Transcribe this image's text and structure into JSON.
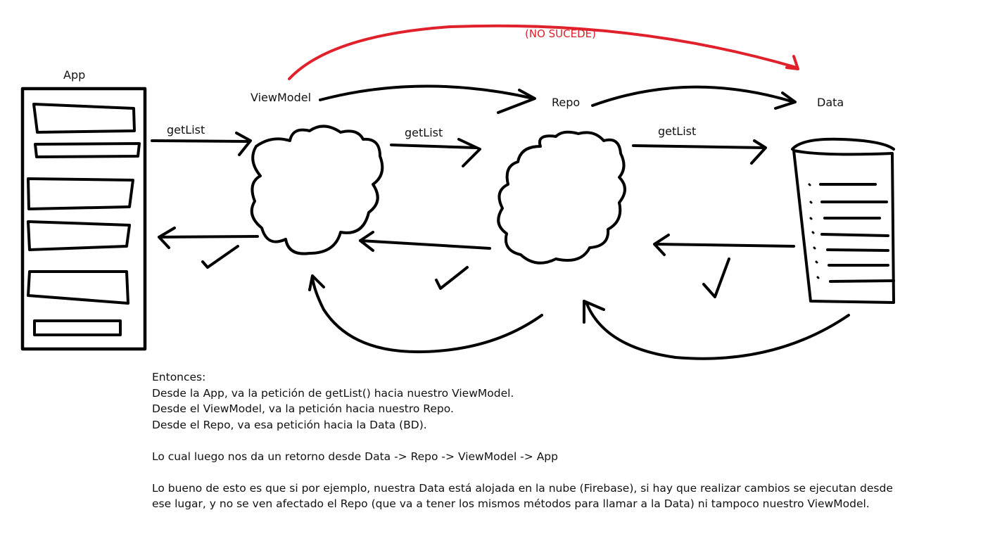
{
  "labels": {
    "app": "App",
    "viewmodel": "ViewModel",
    "repo": "Repo",
    "data": "Data",
    "no_sucede": "(NO SUCEDE)",
    "getlist_1": "getList",
    "getlist_2": "getList",
    "getlist_3": "getList"
  },
  "explanation": {
    "line1": "Entonces:",
    "line2": "Desde la App, va la petición de getList() hacia nuestro ViewModel.",
    "line3": "Desde el ViewModel, va la petición hacia nuestro Repo.",
    "line4": "Desde el Repo, va esa petición hacia la Data (BD).",
    "line5": "Lo cual luego nos da un retorno desde Data -> Repo -> ViewModel -> App",
    "line6": "Lo bueno de esto es que si por ejemplo, nuestra Data está alojada en la nube (Firebase), si hay que realizar cambios se ejecutan desde",
    "line7": "ese lugar, y no se ven afectado el Repo (que va a tener los mismos métodos para llamar a la Data) ni tampoco nuestro ViewModel."
  },
  "colors": {
    "ink": "#000000",
    "accent_red": "#e0202a"
  }
}
